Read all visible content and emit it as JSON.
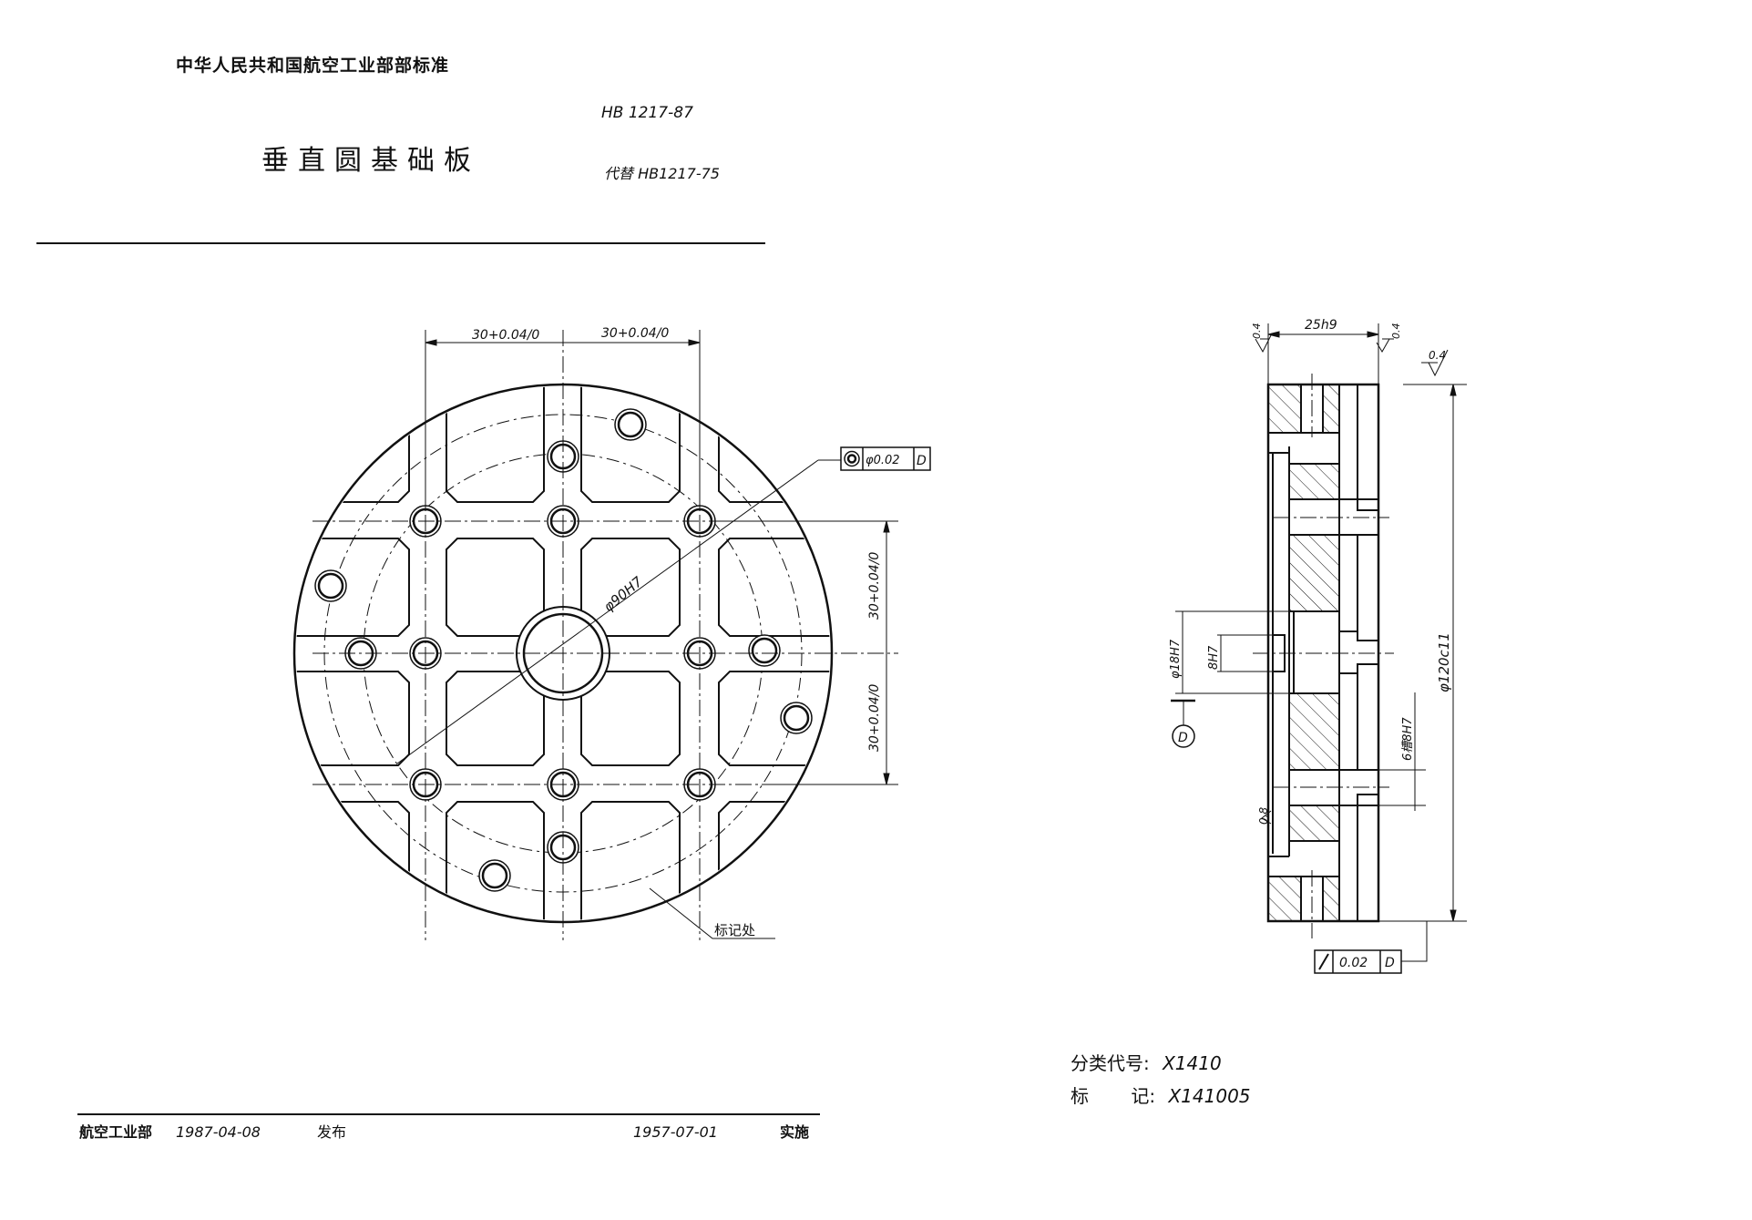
{
  "header": {
    "issuer": "中华人民共和国航空工业部部标准",
    "standard_no": "HB 1217-87",
    "title": "垂直圆基础板",
    "replaces": "代替 HB1217-75"
  },
  "front_view": {
    "dim_top_left": "30+0.04/0",
    "dim_top_right": "30+0.04/0",
    "dim_right_upper": "30+0.04/0",
    "dim_right_lower": "30+0.04/0",
    "bore_label": "φ90H7",
    "position_tolerance": {
      "symbol": "concentricity-icon",
      "value": "φ0.02",
      "datum": "D"
    },
    "mark_location": "标记处"
  },
  "side_view": {
    "thickness": "25h9",
    "roughness_left": "0.4",
    "roughness_right": "0.4",
    "roughness_general": "0.4",
    "roughness_bore": "0.8",
    "outer_diameter": "φ120c11",
    "pilot_diameter": "φ18H7",
    "key_width": "8H7",
    "slots": "6槽8H7",
    "datum_label": "D",
    "runout_tolerance": {
      "symbol": "runout-icon",
      "value": "0.02",
      "datum": "D"
    }
  },
  "classification": {
    "code_label": "分类代号:",
    "code_value": "X1410",
    "mark_label_1": "标",
    "mark_label_2": "记:",
    "mark_value": "X141005"
  },
  "footer": {
    "publisher": "航空工业部",
    "issue_date": "1987-04-08",
    "issue_word": "发布",
    "effective_date": "1957-07-01",
    "effective_word": "实施"
  }
}
